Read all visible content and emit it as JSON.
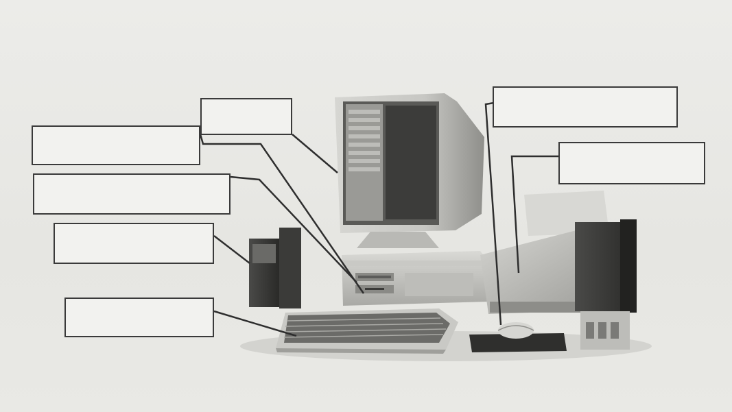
{
  "colors": {
    "background": "#e9e9e6",
    "box_fill": "#f2f2ef",
    "box_border": "#3a3a3a",
    "leader_line": "#2e2e2e"
  },
  "labels": [
    {
      "id": "label-monitor",
      "text": ""
    },
    {
      "id": "label-floppy-drive",
      "text": ""
    },
    {
      "id": "label-cd-rom-drive",
      "text": ""
    },
    {
      "id": "label-speaker",
      "text": ""
    },
    {
      "id": "label-keyboard",
      "text": ""
    },
    {
      "id": "label-mouse",
      "text": ""
    },
    {
      "id": "label-printer",
      "text": ""
    }
  ],
  "illustration": {
    "components": [
      "monitor-icon",
      "system-unit-icon",
      "keyboard-icon",
      "mouse-icon",
      "printer-icon",
      "speaker-icon",
      "subwoofer-icon"
    ]
  }
}
